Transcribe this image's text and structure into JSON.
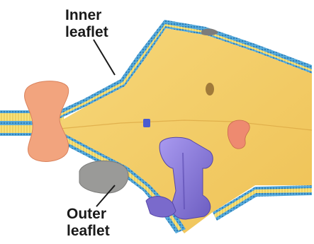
{
  "labels": {
    "inner_leaflet": "Inner\nleaflet",
    "outer_leaflet": "Outer\nleaflet"
  },
  "colors": {
    "bilayer_core": "#f4dc66",
    "headgroup_blue": "#5aaede",
    "interior": "#f2c964",
    "interior_shadow": "#e0ad3f",
    "pink_protein": "#f2a47e",
    "purple_protein": "#8a7ad8",
    "gray_protein": "#9a9a98"
  },
  "icons": [
    "leader-line-inner",
    "leader-line-outer",
    "membrane-protein-pink",
    "membrane-protein-purple",
    "membrane-protein-gray"
  ]
}
